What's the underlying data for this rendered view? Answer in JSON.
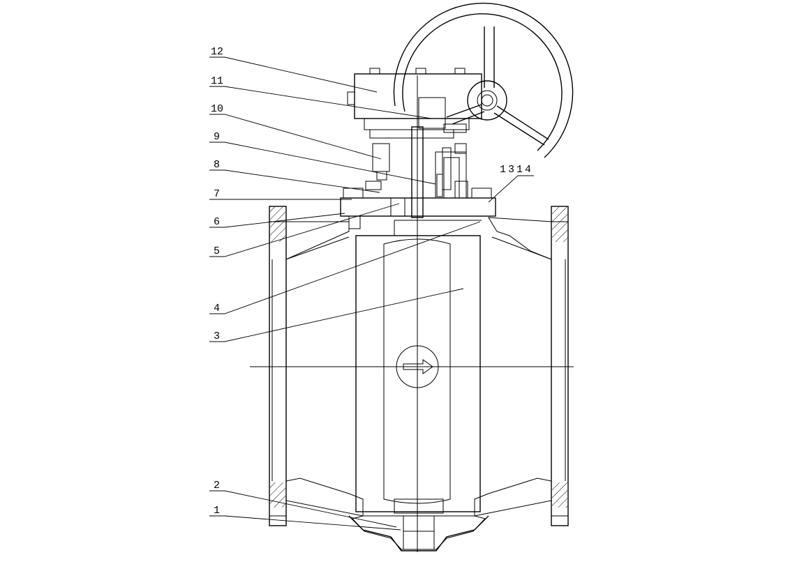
{
  "diagram": {
    "title": "",
    "part_labels": [
      {
        "id": "p12",
        "text": "12"
      },
      {
        "id": "p11",
        "text": "11"
      },
      {
        "id": "p10",
        "text": "10"
      },
      {
        "id": "p9",
        "text": "9"
      },
      {
        "id": "p8",
        "text": "8"
      },
      {
        "id": "p7",
        "text": "7"
      },
      {
        "id": "p6",
        "text": "6"
      },
      {
        "id": "p5",
        "text": "5"
      },
      {
        "id": "p4",
        "text": "4"
      },
      {
        "id": "p3",
        "text": "3"
      },
      {
        "id": "p2",
        "text": "2"
      },
      {
        "id": "p1",
        "text": "1"
      },
      {
        "id": "p1314",
        "text": "1314"
      }
    ]
  }
}
